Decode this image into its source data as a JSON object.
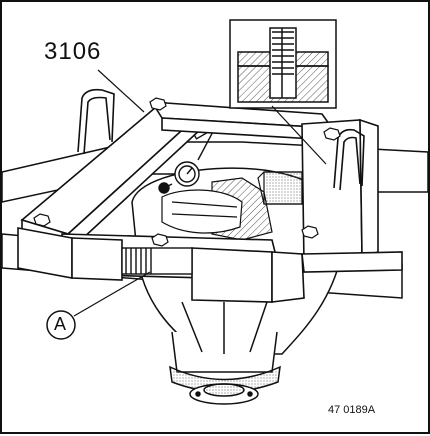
{
  "diagram": {
    "tool_label": "3106",
    "callout": "A",
    "figure_number": "47 0189A"
  },
  "colors": {
    "ink": "#111111",
    "paper": "#ffffff",
    "hatch": "#555555"
  }
}
